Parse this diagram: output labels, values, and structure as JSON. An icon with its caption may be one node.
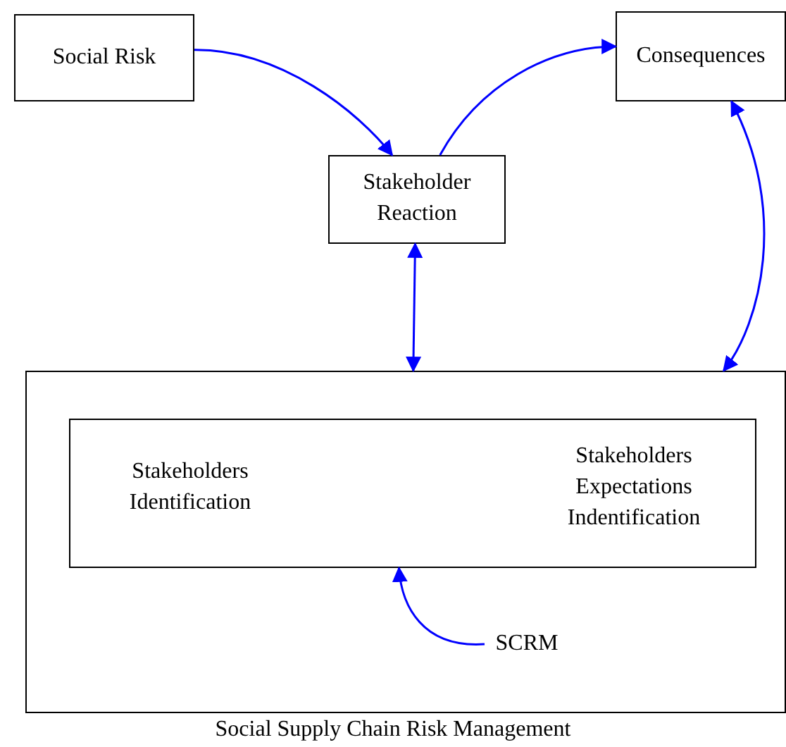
{
  "diagram": {
    "nodes": [
      {
        "text": [
          "Social Risk"
        ]
      },
      {
        "text": [
          "Consequences"
        ]
      },
      {
        "text": [
          "Stakeholder Reaction"
        ]
      },
      {
        "text": [
          "Social Supply Chain Risk Management"
        ]
      },
      {
        "text": [
          "Stakeholders Identification",
          "Stakeholders Expectations Indentification"
        ],
        "in": 3
      },
      {
        "text": [
          "SCRM"
        ],
        "in": 3
      }
    ],
    "edges": [
      {
        "from": 0,
        "to": 2,
        "arrow": "to"
      },
      {
        "from": 2,
        "to": 1,
        "arrow": "to"
      },
      {
        "from": 2,
        "to": 3,
        "arrow": "both"
      },
      {
        "from": 1,
        "to": 3,
        "arrow": "both"
      },
      {
        "from": 5,
        "to": 4,
        "arrow": "to"
      }
    ]
  }
}
